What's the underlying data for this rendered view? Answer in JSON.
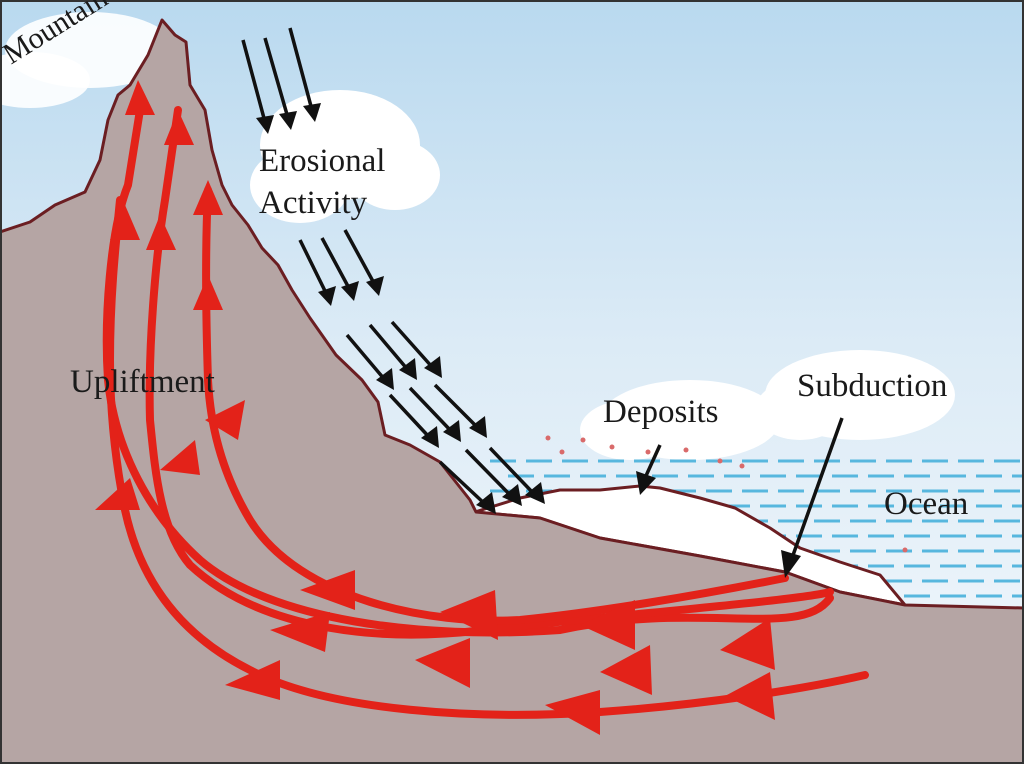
{
  "labels": {
    "mountain": "Mountain",
    "erosional_line1": "Erosional",
    "erosional_line2": "Activity",
    "upliftment": "Upliftment",
    "deposits": "Deposits",
    "subduction": "Subduction",
    "ocean": "Ocean"
  },
  "colors": {
    "sky_top": "#b9d9ef",
    "sky_bottom": "#f3f8fc",
    "land": "#b5a5a4",
    "outline": "#6b1e22",
    "flow_arrow": "#e32219",
    "erosion_arrow": "#111111",
    "water_dash": "#57b7de",
    "cloud": "#ffffff"
  }
}
